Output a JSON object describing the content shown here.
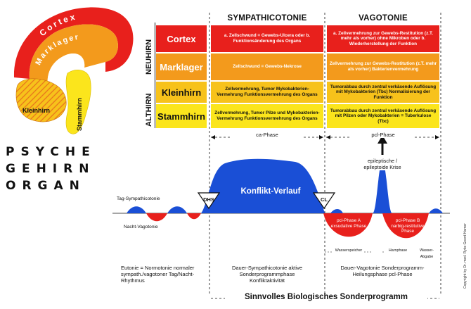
{
  "brain": {
    "cortex_label": "Cortex",
    "marklager_label": "Marklager",
    "kleinhirn_label": "Kleinhirn",
    "stammhirn_label": "Stammhirn"
  },
  "side_labels": {
    "neuhirn": "NEUHIRN",
    "althirn": "ALTHIRN"
  },
  "headers": {
    "sympathicotonie": "SYMPATHICOTONIE",
    "vagotonie": "VAGOTONIE"
  },
  "rows": [
    {
      "name": "Cortex",
      "color": "#e8201c",
      "symp": "a. Zellschwund = Gewebs-Ulcera oder b. Funktionsänderung des Organs",
      "vago": "a. Zellvermehrung zur Gewebs-Restitution (z.T. mehr als vorher) ohne Mikroben oder b. Wiederherstellung der Funktion"
    },
    {
      "name": "Marklager",
      "color": "#f39a1c",
      "symp": "Zellschwund = Gewebs-Nekrose",
      "vago": "Zellvermehrung zur Gewebs-Restitution (z.T. mehr als vorher) Bakterienvermehrung"
    },
    {
      "name": "Kleinhirn",
      "color": "#f7c21b",
      "symp": "Zellvermehrung, Tumor Mykobakterien-Vermehrung Funktionsvermehrung des Organs",
      "vago": "Tumorabbau durch zentral verkäsende Auflösung mit Mykobakterien (Tbc) Normalisierung der Funktion"
    },
    {
      "name": "Stammhirn",
      "color": "#fbe51c",
      "symp": "Zellvermehrung, Tumor Pilze und Mykobakterien-Vermehrung Funktionsvermehrung des Organs",
      "vago": "Tumorabbau durch zentral verkäsende Auflösung mit Pilzen oder Mykobakterien = Tuberkulose (Tbc)"
    }
  ],
  "psyche": [
    "PSYCHE",
    "GEHIRN",
    "ORGAN"
  ],
  "phases": {
    "ca": "ca-Phase",
    "pcl": "pcl-Phase"
  },
  "epi": "epileptische / epileptoide Krise",
  "curve": {
    "tag": "Tag-Sympathicotonie",
    "nacht": "Nacht-Vagotonie",
    "konflikt": "Konflikt-Verlauf",
    "dhs": "DHS",
    "cl": "CL",
    "pcl_a": "pcl-Phase A exsudative Phase",
    "pcl_b": "pcl-Phase B narbig-restitutive Phase",
    "small1": "Wasserspeicher",
    "small2": "Harnphase",
    "small3": "Wasser-Abgabe"
  },
  "captions": {
    "eutonie": "Eutonie = Normotonie normaler sympath./vagotoner Tag/Nacht-Rhythmus",
    "dauer_symp": "Dauer-Sympathicotonie aktive Sonderprogrammphase Konfliktaktivität",
    "dauer_vago": "Dauer-Vagotonie Sonderprogramm-Heilungsphase pcl-Phase"
  },
  "footer": "Sinnvolles Biologisches Sonderprogramm",
  "copyright": "Copyright by Dr. med. Ryke Geerd Hamer",
  "colors": {
    "red": "#e8201c",
    "orange": "#f39a1c",
    "yellow": "#fbe51c",
    "amber": "#f7c21b",
    "blue": "#1a4fd6"
  }
}
